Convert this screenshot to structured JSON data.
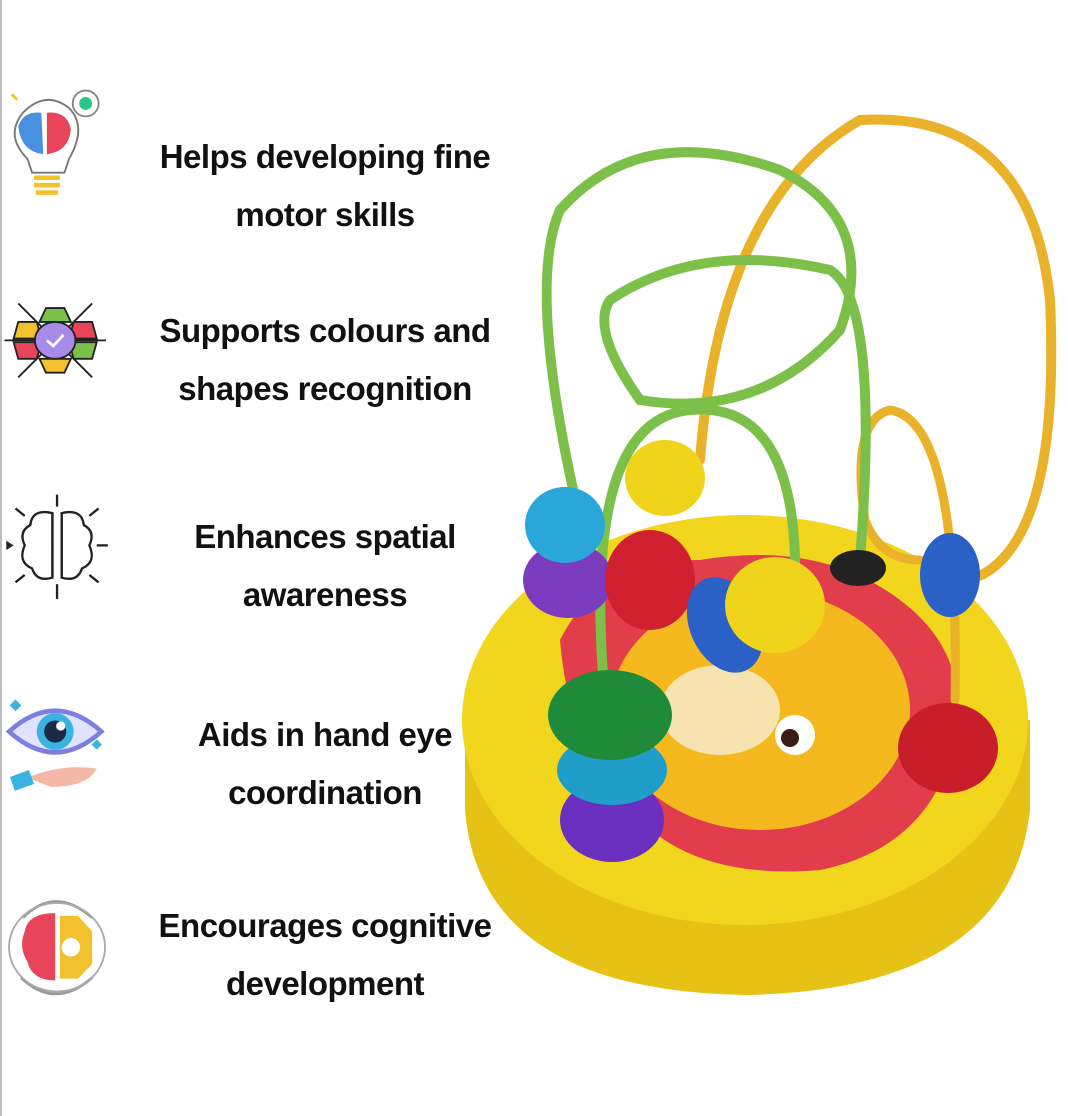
{
  "features": [
    {
      "icon": "lightbulb-brain-icon",
      "line1": "Helps developing fine",
      "line2": "motor skills"
    },
    {
      "icon": "colour-hexagons-icon",
      "line1": "Supports colours and",
      "line2": "shapes recognition"
    },
    {
      "icon": "brain-arrows-icon",
      "line1": "Enhances spatial",
      "line2": "awareness"
    },
    {
      "icon": "eye-hand-icon",
      "line1": "Aids in hand eye",
      "line2": "coordination"
    },
    {
      "icon": "brain-gear-cycle-icon",
      "line1": "Encourages cognitive",
      "line2": "development"
    }
  ],
  "colors": {
    "base_yellow": "#f2d21a",
    "lion_red": "#e23d4b",
    "wire_green": "#7cc04a",
    "wire_yellow": "#e9b22a"
  }
}
